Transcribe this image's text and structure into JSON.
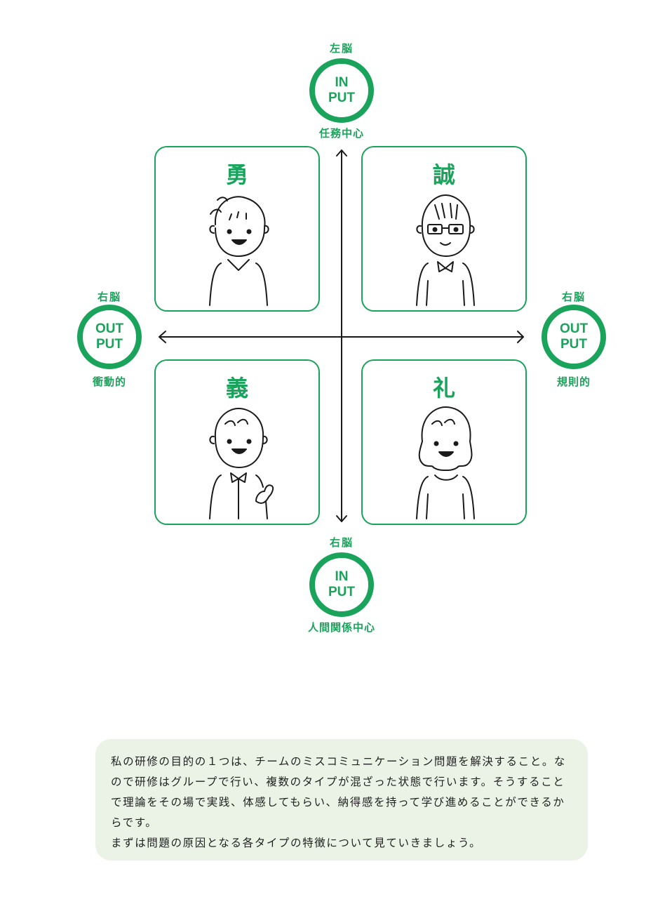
{
  "axis": {
    "top": {
      "brain": "左脳",
      "line1": "IN",
      "line2": "PUT",
      "caption": "任務中心"
    },
    "bottom": {
      "brain": "右脳",
      "line1": "IN",
      "line2": "PUT",
      "caption": "人間関係中心"
    },
    "left": {
      "brain": "右脳",
      "line1": "OUT",
      "line2": "PUT",
      "caption": "衝動的"
    },
    "right": {
      "brain": "右脳",
      "line1": "OUT",
      "line2": "PUT",
      "caption": "規則的"
    }
  },
  "quadrants": {
    "top_left": {
      "kanji": "勇"
    },
    "top_right": {
      "kanji": "誠"
    },
    "bottom_left": {
      "kanji": "義"
    },
    "bottom_right": {
      "kanji": "礼"
    }
  },
  "description": {
    "paragraph1": "私の研修の目的の１つは、チームのミスコミュニケーション問題を解決すること。なので研修はグループで行い、複数のタイプが混ざった状態で行います。そうすることで理論をその場で実践、体感してもらい、納得感を持って学び進めることができるからです。",
    "paragraph2": "まずは問題の原因となる各タイプの特徴について見ていきましょう。"
  },
  "colors": {
    "accent": "#1aa35b",
    "panel": "#eaf3e6"
  }
}
